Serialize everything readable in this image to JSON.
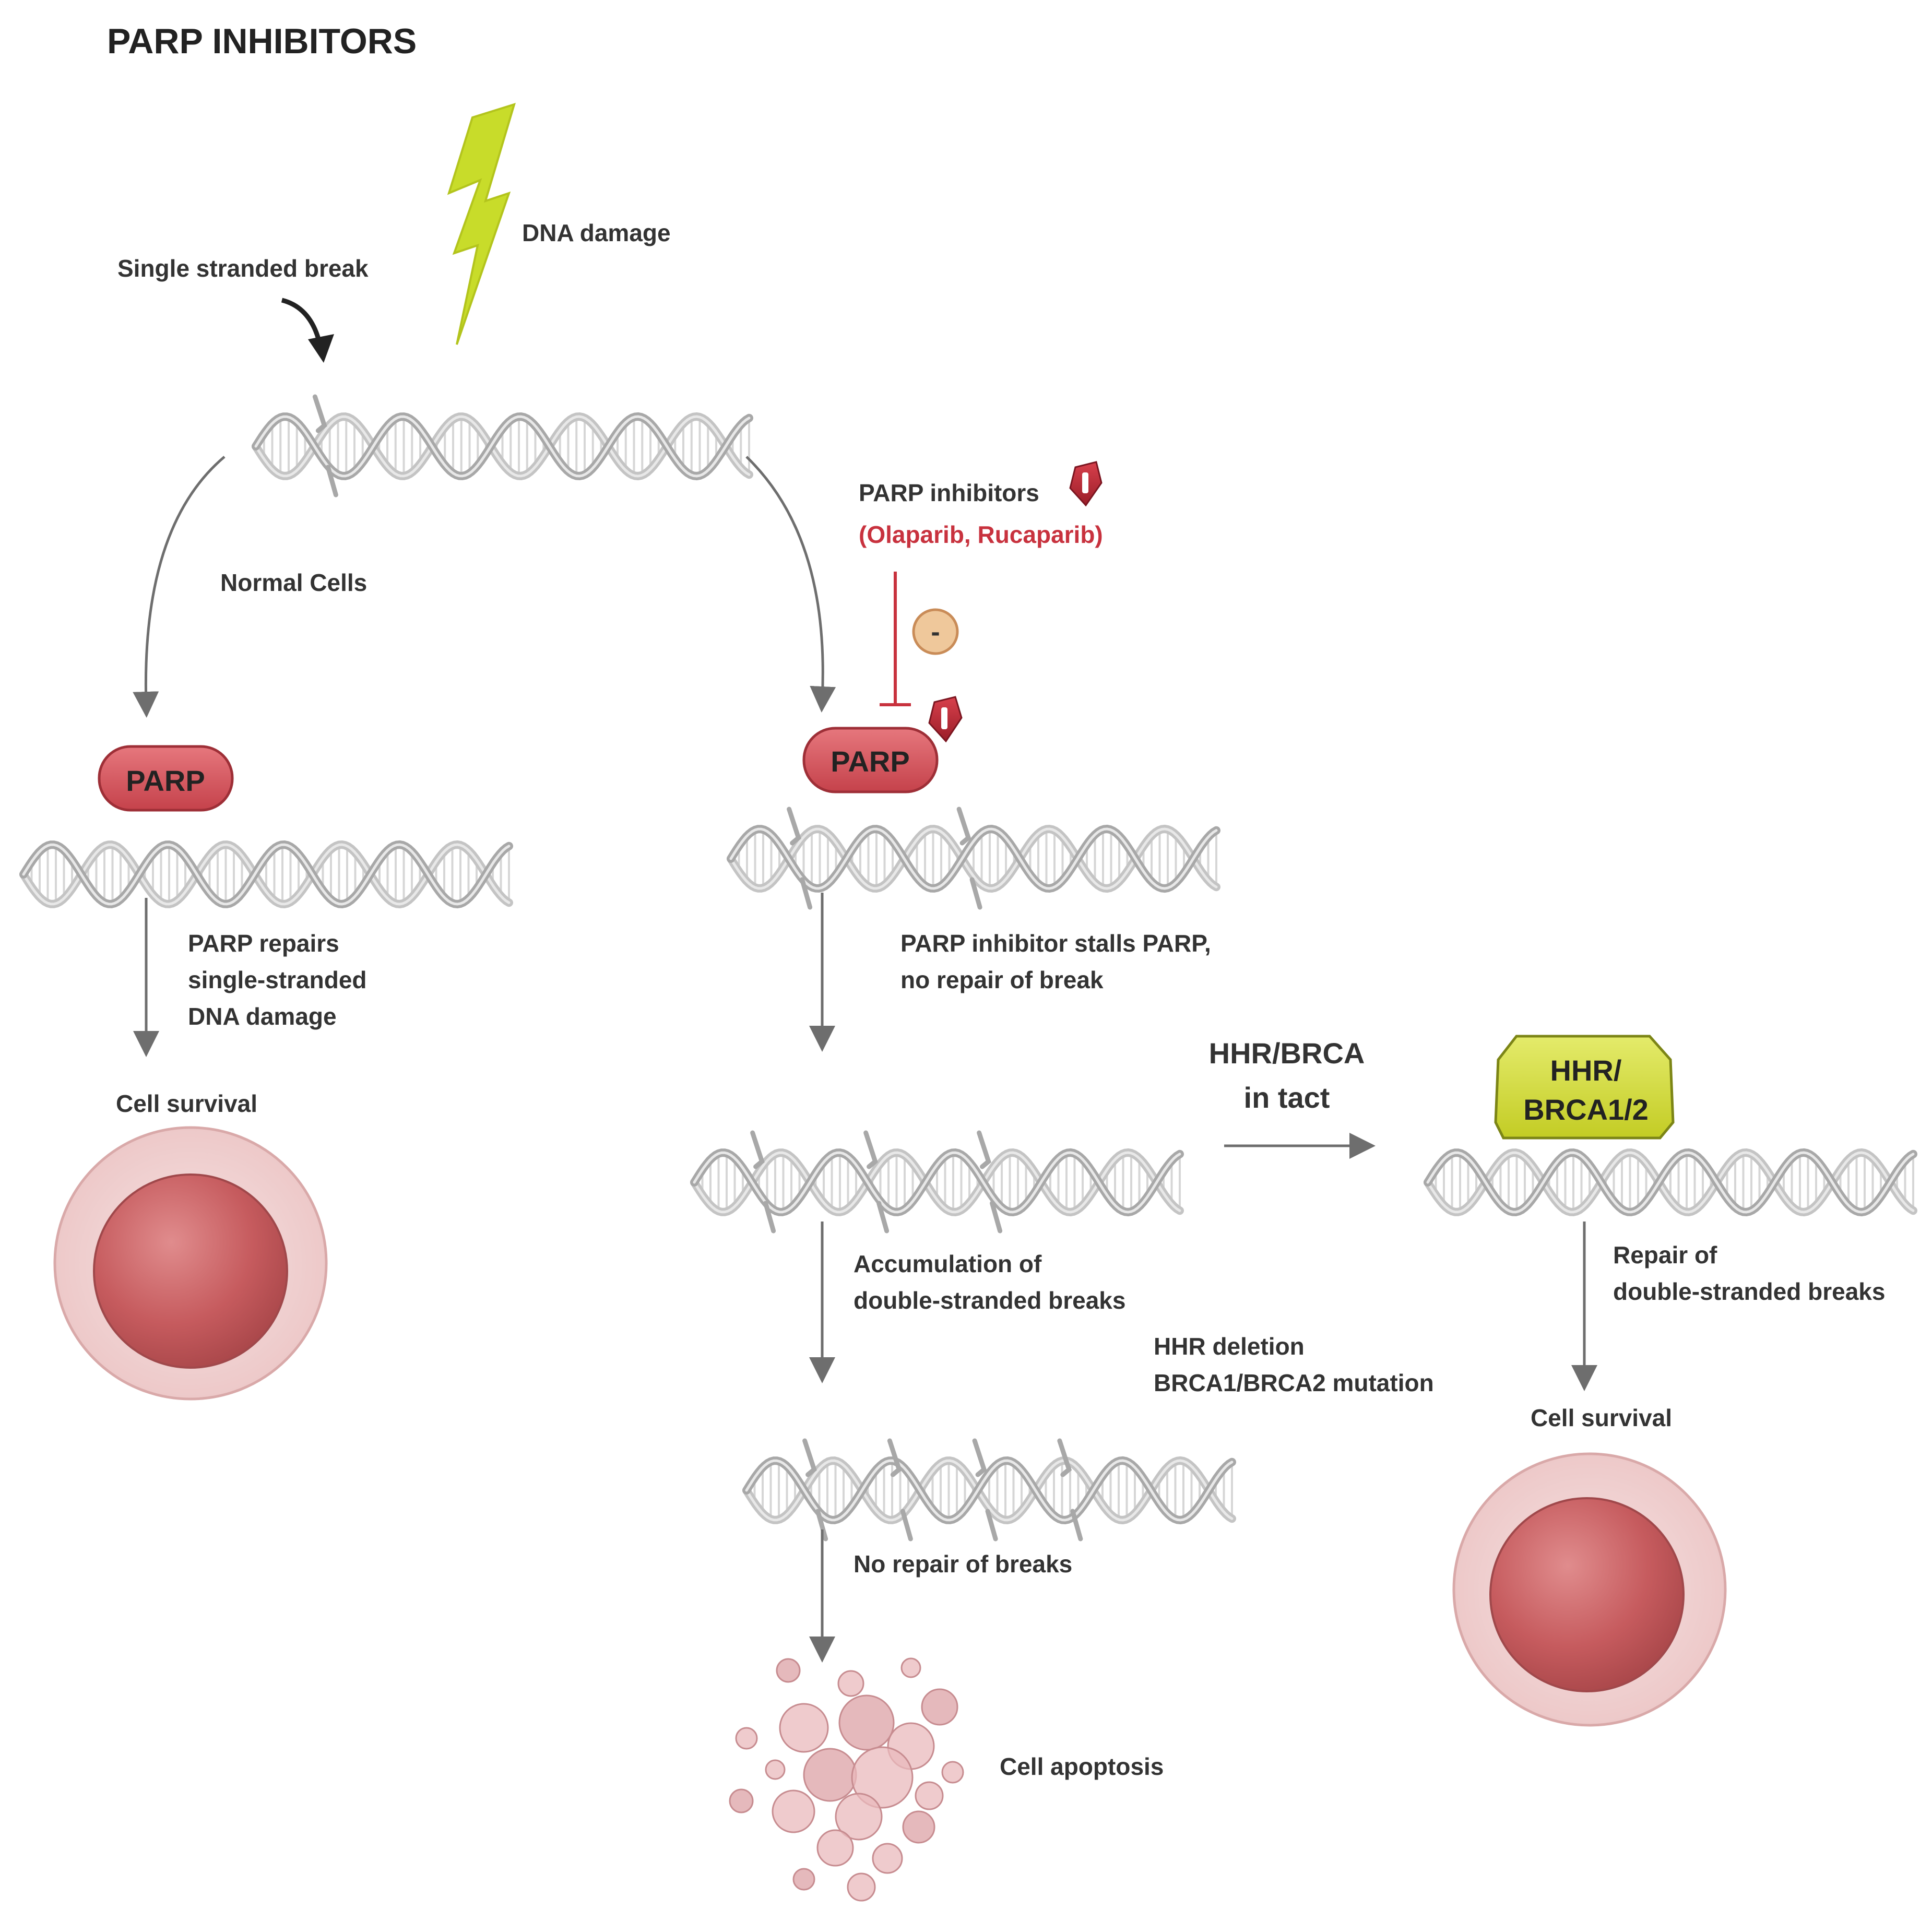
{
  "title": "PARP INHIBITORS",
  "labels": {
    "dna_damage": "DNA damage",
    "single_break": "Single stranded break",
    "normal_cells": "Normal Cells",
    "parp_inhibitors": "PARP inhibitors",
    "drugs": "(Olaparib, Rucaparib)",
    "minus": "-",
    "parp": "PARP",
    "parp_repairs_1": "PARP repairs",
    "parp_repairs_2": "single-stranded",
    "parp_repairs_3": "DNA damage",
    "cell_survival": "Cell survival",
    "stalls_1": "PARP inhibitor stalls PARP,",
    "stalls_2": "no repair of break",
    "hhr_brca_1": "HHR/BRCA",
    "hhr_brca_2": "in tact",
    "hhr_box_1": "HHR/",
    "hhr_box_2": "BRCA1/2",
    "accum_1": "Accumulation of",
    "accum_2": "double-stranded breaks",
    "deletion_1": "HHR deletion",
    "deletion_2": "BRCA1/BRCA2 mutation",
    "repair_ds_1": "Repair of",
    "repair_ds_2": "double-stranded breaks",
    "no_repair": "No repair of breaks",
    "apoptosis": "Cell apoptosis"
  },
  "colors": {
    "parp_red": "#d9545d",
    "inhibitor_red": "#c8323e",
    "bolt": "#c8dc2a",
    "hhr_yellow": "#d7df3c",
    "cell_outer": "#f1d3d3",
    "cell_inner": "#c65b5e",
    "arrow": "#6e6e6e",
    "dna": "#bdbdbd"
  }
}
